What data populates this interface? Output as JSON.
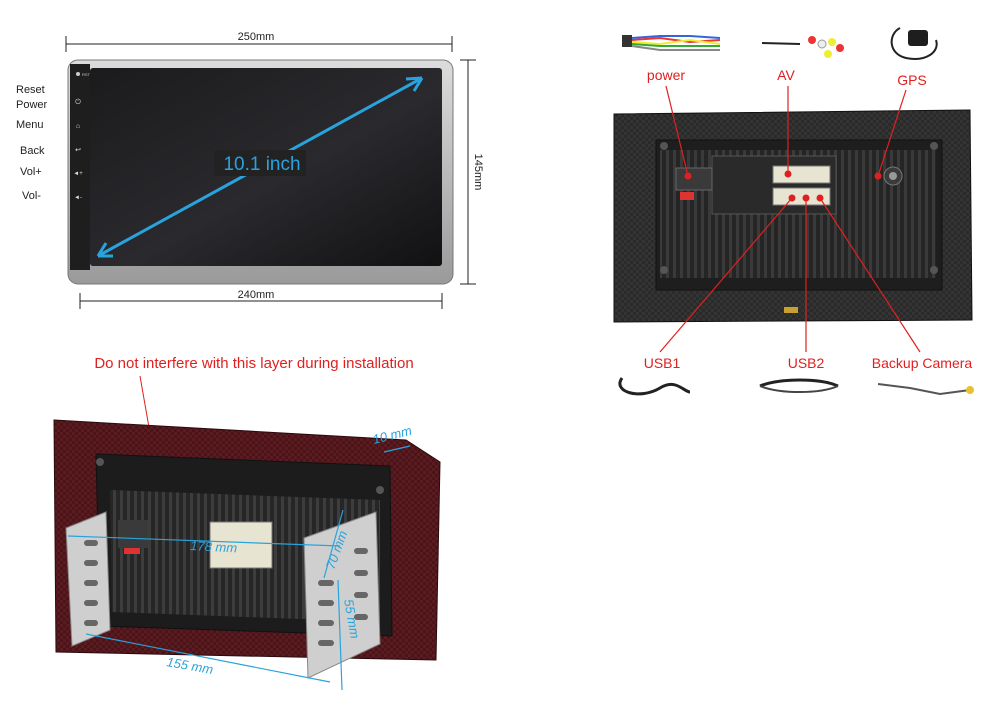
{
  "front_view": {
    "width_top": "250mm",
    "width_bottom": "240mm",
    "height": "145mm",
    "diagonal": "10.1 inch",
    "rst_label": "RST",
    "side_labels": [
      "Reset",
      "Power",
      "Menu",
      "Back",
      "Vol+",
      "Vol-"
    ]
  },
  "rear_view": {
    "connectors_top": [
      "power",
      "AV",
      "GPS"
    ],
    "connectors_bottom": [
      "USB1",
      "USB2",
      "Backup Camera"
    ]
  },
  "install_view": {
    "warning": "Do not interfere with this layer during installation",
    "dims": {
      "depth_frame": "10 mm",
      "width_inner": "178 mm",
      "height_inner": "70 mm",
      "height_side": "55 mm",
      "width_bracket": "155 mm"
    }
  },
  "colors": {
    "accent_blue": "#29a3dd",
    "label_red": "#e02020",
    "dim_line": "#222222"
  }
}
